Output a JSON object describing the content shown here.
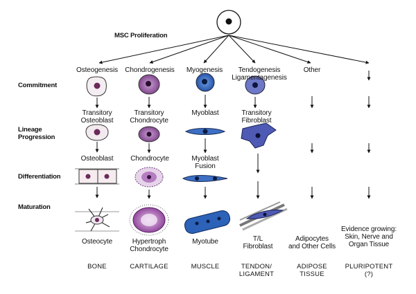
{
  "header": "MSC Proliferation",
  "stages": [
    "Commitment",
    "Lineage",
    "Progression",
    "Differentiation",
    "Maturation"
  ],
  "pathways": [
    "Osteogenesis",
    "Chondrogenesis",
    "Myogenesis",
    "Tendogenesis",
    "Ligamentagenesis",
    "Other"
  ],
  "progression": {
    "osteo": [
      "Transitory",
      "Osteoblast"
    ],
    "chondro": [
      "Transitory",
      "Chondrocyte"
    ],
    "myo": "Myoblast",
    "tendo": [
      "Transitory",
      "Fibroblast"
    ]
  },
  "differentiation": {
    "osteo": "Osteoblast",
    "chondro": "Chondrocyte",
    "myo": [
      "Myoblast",
      "Fusion"
    ]
  },
  "maturation": {
    "osteo": "Osteocyte",
    "chondro": [
      "Hypertroph",
      "Chondrocyte"
    ],
    "myo": "Myotube",
    "tendo": [
      "T/L",
      "Fibroblast"
    ],
    "other": [
      "Adipocytes",
      "and Other Cells"
    ],
    "evidence": [
      "Evidence growing:",
      "Skin, Nerve and",
      "Organ Tissue"
    ]
  },
  "tissues": {
    "bone": "BONE",
    "cartilage": "CARTILAGE",
    "muscle": "MUSCLE",
    "tendon": [
      "TENDON/",
      "LIGAMENT"
    ],
    "adipose": [
      "ADIPOSE",
      "TISSUE"
    ],
    "pluripotent": [
      "PLURIPOTENT",
      "(?)"
    ]
  },
  "colors": {
    "osteo_nucleus": "#6b2a5a",
    "chondro_cell": "#8d4f93",
    "myo_cell": "#2c62b8",
    "tendo_cell": "#4b57b0"
  }
}
